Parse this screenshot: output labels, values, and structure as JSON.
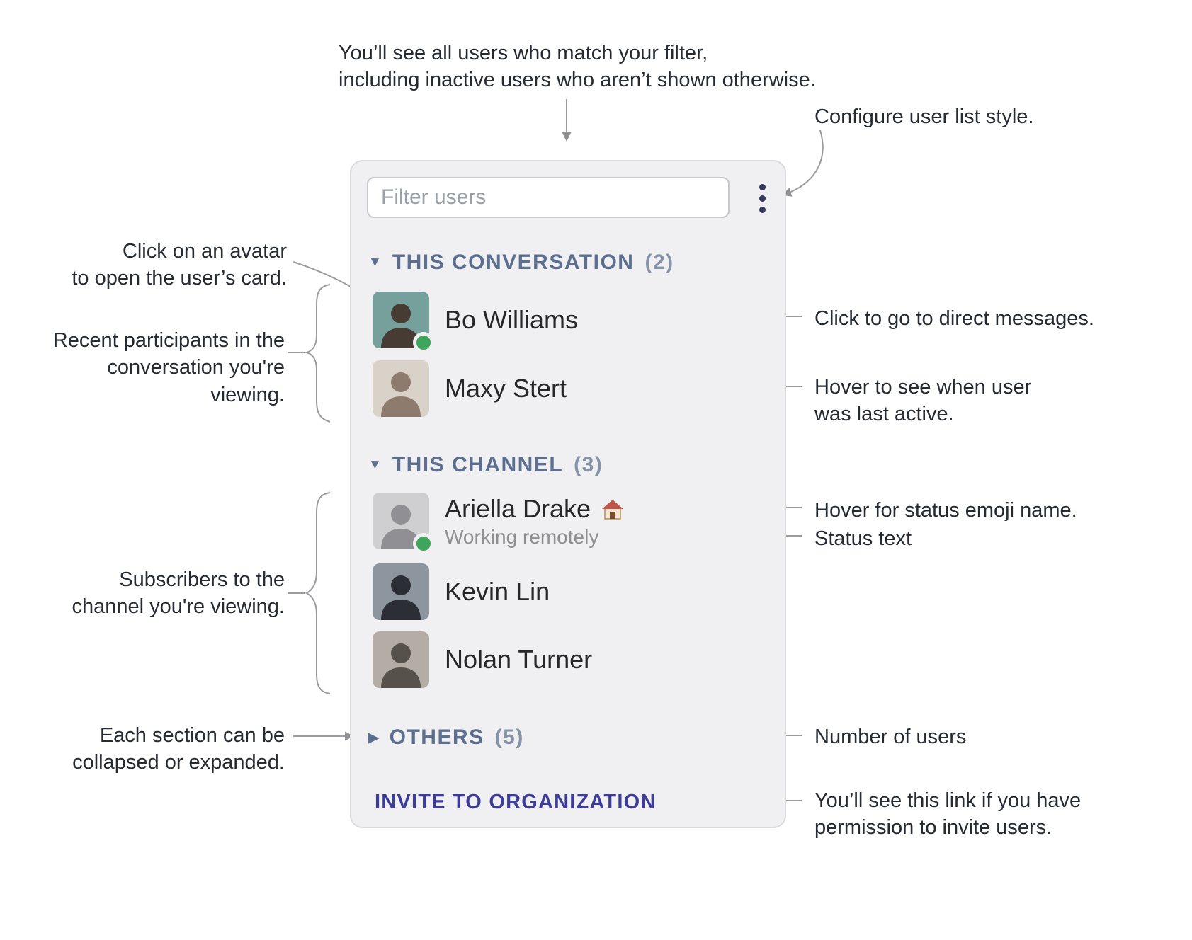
{
  "panel": {
    "filter": {
      "placeholder": "Filter users"
    },
    "menu": {
      "icon": "kebab-menu-icon"
    },
    "sections": [
      {
        "label": "THIS CONVERSATION",
        "count": "(2)",
        "triangle": "▼",
        "collapsed": false,
        "users": [
          {
            "name": "Bo Williams",
            "online": true
          },
          {
            "name": "Maxy Stert",
            "online": false
          }
        ]
      },
      {
        "label": "THIS CHANNEL",
        "count": "(3)",
        "triangle": "▼",
        "collapsed": false,
        "users": [
          {
            "name": "Ariella Drake",
            "status_emoji": "🏠",
            "status_text": "Working remotely",
            "online": true
          },
          {
            "name": "Kevin Lin",
            "online": false
          },
          {
            "name": "Nolan Turner",
            "online": false
          }
        ]
      },
      {
        "label": "OTHERS",
        "count": "(5)",
        "triangle": "▶",
        "collapsed": true,
        "users": []
      }
    ],
    "invite_link": "INVITE TO ORGANIZATION"
  },
  "annotations": {
    "filter_note": "You’ll see all users who match your filter,\nincluding inactive users who aren’t shown otherwise.",
    "configure": "Configure user list style.",
    "avatar_click": "Click on an avatar\nto open the user’s card.",
    "recent_participants": "Recent participants in the\nconversation you're viewing.",
    "direct_messages": "Click to go to direct messages.",
    "last_active": "Hover to see when user\nwas last active.",
    "status_emoji": "Hover for status emoji name.",
    "status_text": "Status text",
    "subscribers": "Subscribers to the\nchannel you're viewing.",
    "collapse": "Each section can be\ncollapsed or expanded.",
    "user_count": "Number of users",
    "invite_permission": "You’ll see this link if you have\npermission to invite users."
  },
  "colors": {
    "section_header": "#5c6f90",
    "section_count": "#8593a9",
    "invite_link": "#3d3d99",
    "presence_online": "#3fa45c",
    "menu_accent": "#363861",
    "connector_line": "#9b9b9f",
    "panel_background": "#f0f0f2"
  }
}
